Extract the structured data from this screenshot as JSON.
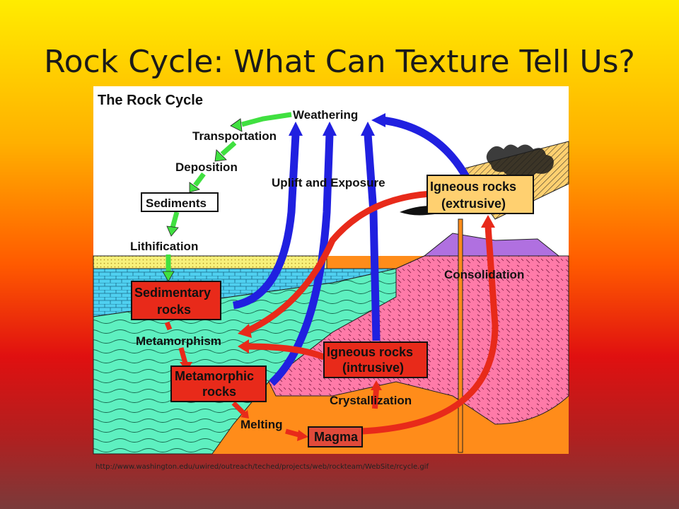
{
  "slide": {
    "title": "Rock Cycle: What Can Texture Tell Us?",
    "source": "http://www.washington.edu/uwired/outreach/teched/projects/web/rockteam/WebSite/rcycle.gif"
  },
  "diagram": {
    "heading": "The Rock Cycle",
    "labels": {
      "weathering": "Weathering",
      "transportation": "Transportation",
      "deposition": "Deposition",
      "lithification": "Lithification",
      "uplift": "Uplift and Exposure",
      "metamorphism": "Metamorphism",
      "consolidation": "Consolidation",
      "crystallization": "Crystallization",
      "melting": "Melting"
    },
    "boxes": {
      "sediments": "Sediments",
      "sedimentary_1": "Sedimentary",
      "sedimentary_2": "rocks",
      "metamorphic_1": "Metamorphic",
      "metamorphic_2": "rocks",
      "igneous_int_1": "Igneous rocks",
      "igneous_int_2": "(intrusive)",
      "igneous_ext_1": "Igneous rocks",
      "igneous_ext_2": "(extrusive)",
      "magma": "Magma"
    },
    "colors": {
      "sedimentary_layer": "#f7f07a",
      "brick_layer": "#4fd0f0",
      "metamorphic_region": "#5ef0c0",
      "igneous_region": "#ff7aa8",
      "magma_region": "#ff8c1a",
      "volcano": "#b070e0",
      "box_fill": "#e82a1a",
      "arrow_red": "#e82a1a",
      "arrow_blue": "#2020e0",
      "arrow_green": "#40e040"
    }
  }
}
